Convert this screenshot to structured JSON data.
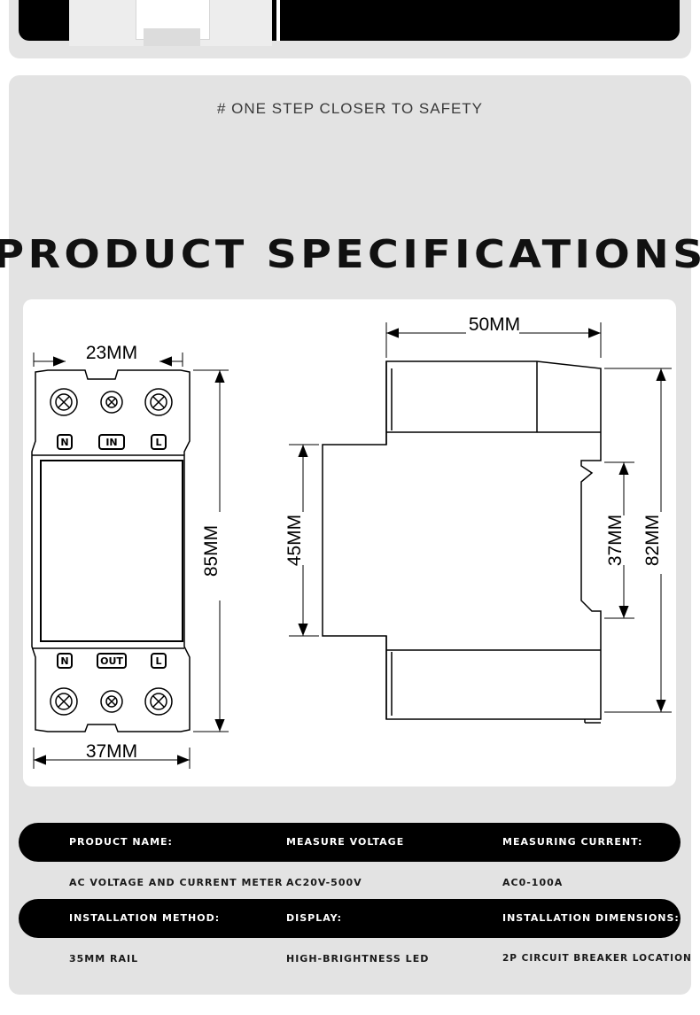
{
  "header": {
    "tagline": "# ONE STEP CLOSER TO SAFETY",
    "title": "PRODUCT SPECIFICATIONS"
  },
  "diagram": {
    "front_width_top": "23MM",
    "front_width_bottom": "37MM",
    "front_height": "85MM",
    "side_depth": "50MM",
    "side_height": "82MM",
    "side_step_height": "45MM",
    "rail_height": "37MM",
    "terminal_top": [
      "N",
      "IN",
      "L"
    ],
    "terminal_bottom": [
      "N",
      "OUT",
      "L"
    ]
  },
  "specs": {
    "row1": {
      "labels": [
        "PRODUCT NAME:",
        "MEASURE VOLTAGE",
        "MEASURING CURRENT:"
      ],
      "values": [
        "AC VOLTAGE AND CURRENT METER",
        "AC20V-500V",
        "AC0-100A"
      ]
    },
    "row2": {
      "labels": [
        "INSTALLATION METHOD:",
        "DISPLAY:",
        "INSTALLATION DIMENSIONS:"
      ],
      "values": [
        "35MM RAIL",
        "HIGH-BRIGHTNESS LED",
        "2P CIRCUIT BREAKER LOCATION"
      ]
    }
  }
}
